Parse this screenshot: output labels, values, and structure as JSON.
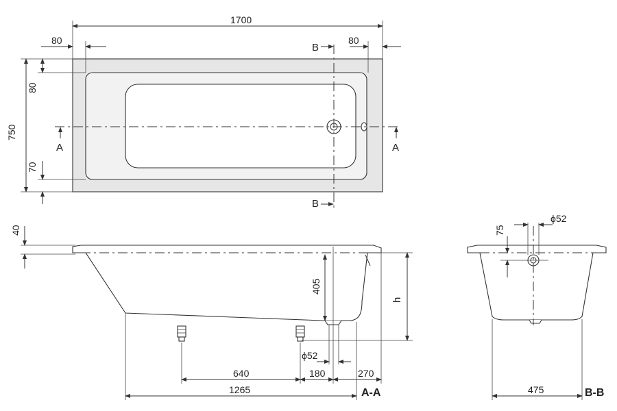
{
  "plan": {
    "length": "1700",
    "width": "750",
    "left_margin": "80",
    "right_margin": "80",
    "top_margin": "80",
    "bottom_margin": "70",
    "section_a": "A",
    "section_b": "B"
  },
  "section_aa": {
    "rim": "40",
    "depth": "405",
    "height": "h",
    "waste_dia": "ϕ52",
    "foot_span": "640",
    "waste_offset": "180",
    "end_offset": "270",
    "base_length": "1265",
    "label": "A-A"
  },
  "section_bb": {
    "depth": "75",
    "waste_dia": "ϕ52",
    "base_width": "475",
    "label": "B-B"
  }
}
